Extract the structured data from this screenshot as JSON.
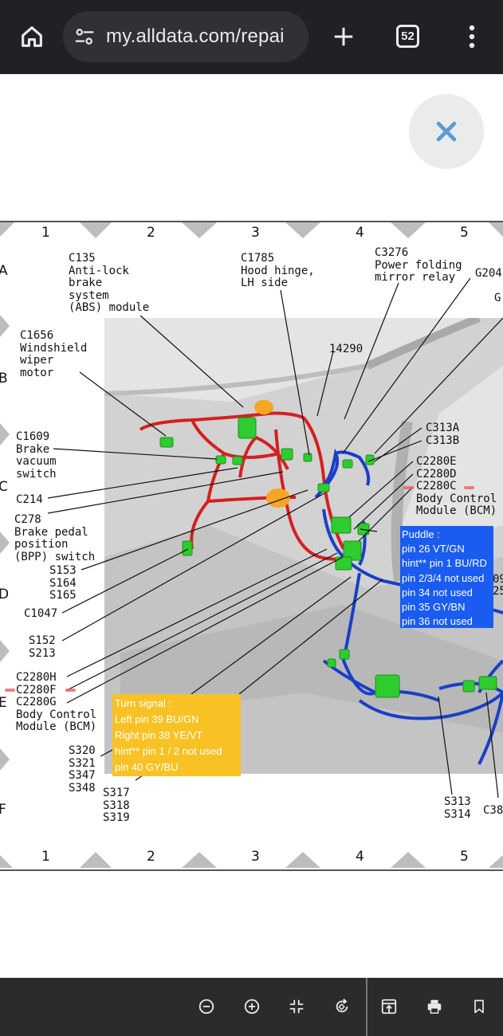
{
  "browser": {
    "url": "my.alldata.com/repai",
    "tab_count": "52"
  },
  "diagram": {
    "columns_top": [
      "1",
      "2",
      "3",
      "4",
      "5"
    ],
    "columns_bottom": [
      "1",
      "2",
      "3",
      "4",
      "5"
    ],
    "rows": [
      "A",
      "B",
      "C",
      "D",
      "E",
      "F"
    ],
    "labels": {
      "c135": "C135\nAnti-lock\nbrake\nsystem\n(ABS) module",
      "c1785": "C1785\nHood hinge,\nLH side",
      "c3276": "C3276\nPower folding\nmirror relay",
      "g204": "G204",
      "g_edge": "G",
      "c1656": "C1656\nWindshield\nwiper\nmotor",
      "n14290": "14290",
      "c313": "C313A\nC313B",
      "c1609": "C1609\nBrake\nvacuum\nswitch",
      "c2280_right": "C2280E\nC2280D\nC2280C\nBody Control\nModule (BCM)",
      "c214": "C214",
      "c278": "C278\nBrake pedal\nposition\n(BPP) switch",
      "s153": "S153\nS164\nS165",
      "c1047": "C1047",
      "s152": "S152\nS213",
      "c2280_left": "C2280H\nC2280F\nC2280G\nBody Control\nModule (BCM)",
      "s320": "S320\nS321\nS347\nS348",
      "s317": "S317\nS318\nS319",
      "s313": "S313\nS314",
      "c38": "C38",
      "edge_09": "09",
      "edge_25": "25"
    },
    "puddle_note": "Puddle :\npin 26 VT/GN\nhint** pin 1 BU/RD\npin 2/3/4 not used\npin 34 not used\npin 35 GY/BN\npin 36 not used",
    "turn_note": "Turn signal :\nLeft pin 39 BU/GN\nRight pin 38 YE/VT\nhint** pin 1 / 2 not used\npin 40 GY/BU"
  },
  "colors": {
    "browser_bar": "#202124",
    "toolbar": "#2b2b2b",
    "close_x": "#5b9bd5",
    "note_blue": "#1a5cf0",
    "note_yellow": "#f8c225",
    "wire_red": "#d42020",
    "wire_blue": "#1a3fc7",
    "connector_green": "#2ecc2e"
  },
  "icons": {
    "home": "home-icon",
    "site_settings": "tune-icon",
    "new_tab": "plus-icon",
    "menu": "more-vert-icon",
    "close": "close-icon",
    "zoom_out": "zoom-out-icon",
    "zoom_in": "zoom-in-icon",
    "fit": "fit-screen-icon",
    "rotate": "rotate-icon",
    "share": "open-external-icon",
    "print": "print-icon",
    "bookmark": "bookmark-icon"
  }
}
